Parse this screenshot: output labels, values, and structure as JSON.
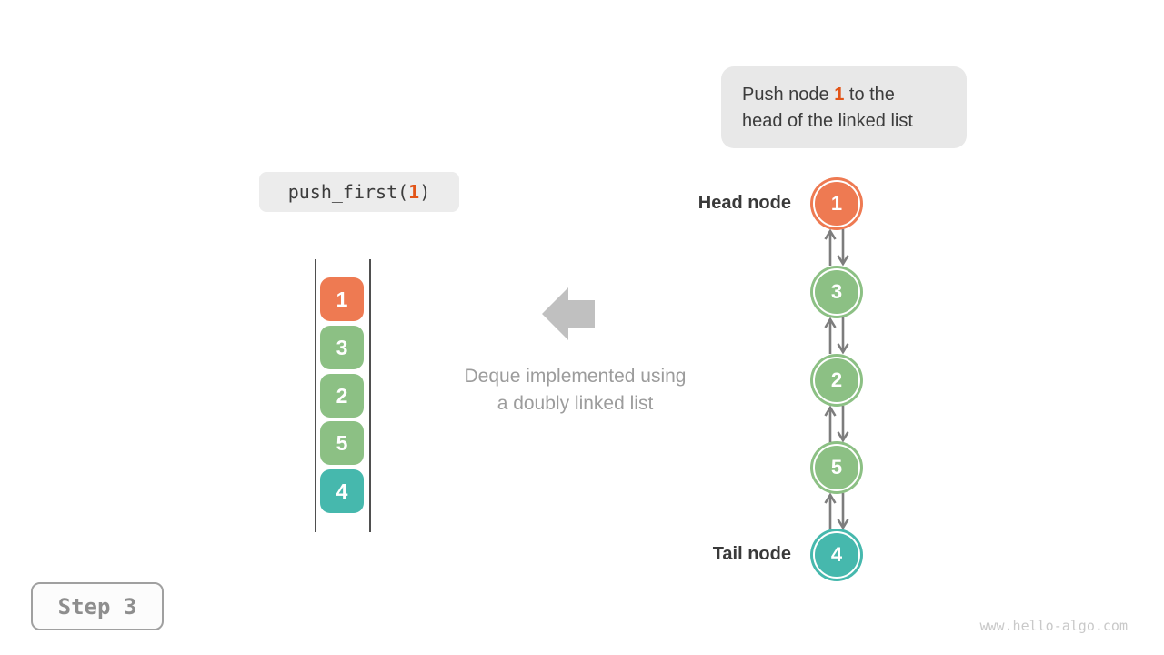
{
  "colors": {
    "orange": "#ee7a52",
    "green": "#8cc084",
    "teal": "#46b8ad",
    "accent": "#e25417",
    "arrow-gray": "#7d7d7d",
    "big-arrow-gray": "#c0c0c0",
    "callout-bg": "#e8e8e8",
    "code-bg": "#ececec",
    "text-dark": "#3c3c3c",
    "text-gray": "#9c9c9c",
    "rail": "#4f4f4f",
    "step-text": "#8e8e8e",
    "watermark": "#c9c9c9"
  },
  "callout": {
    "line1_prefix": "Push node ",
    "highlight": "1",
    "line1_suffix": " to the",
    "line2": "head of the linked list"
  },
  "operation": {
    "prefix": "push_first(",
    "arg": "1",
    "suffix": ")"
  },
  "stack": {
    "items": [
      {
        "value": "1",
        "color": "orange"
      },
      {
        "value": "3",
        "color": "green"
      },
      {
        "value": "2",
        "color": "green"
      },
      {
        "value": "5",
        "color": "green"
      },
      {
        "value": "4",
        "color": "teal"
      }
    ]
  },
  "caption": {
    "line1": "Deque implemented using",
    "line2": "a doubly linked list"
  },
  "linked_list": {
    "head_label": "Head node",
    "tail_label": "Tail node",
    "nodes": [
      {
        "value": "1",
        "color": "orange"
      },
      {
        "value": "3",
        "color": "green"
      },
      {
        "value": "2",
        "color": "green"
      },
      {
        "value": "5",
        "color": "green"
      },
      {
        "value": "4",
        "color": "teal"
      }
    ]
  },
  "step": {
    "label": "Step 3"
  },
  "watermark": "www.hello-algo.com"
}
